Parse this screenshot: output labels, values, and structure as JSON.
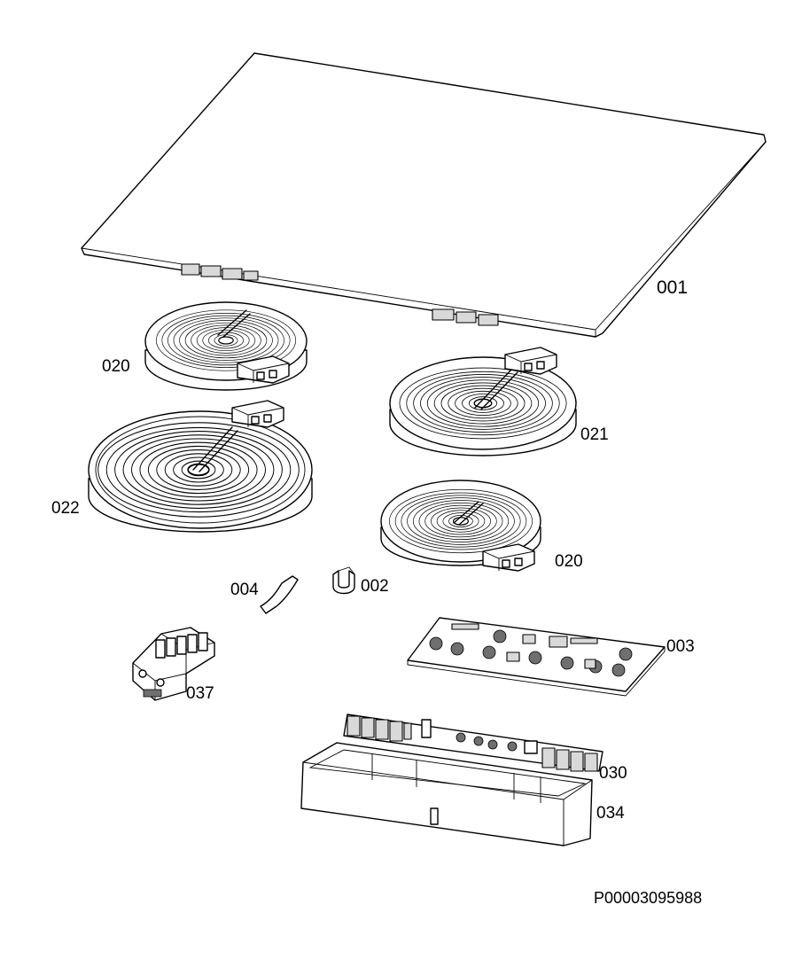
{
  "diagram": {
    "parts": [
      {
        "key": "glass_top",
        "label": "001"
      },
      {
        "key": "hotplate_small_rear",
        "label": "020"
      },
      {
        "key": "hotplate_right",
        "label": "021"
      },
      {
        "key": "hotplate_large",
        "label": "022"
      },
      {
        "key": "hotplate_small_front",
        "label": "020"
      },
      {
        "key": "strip",
        "label": "004"
      },
      {
        "key": "clip",
        "label": "002"
      },
      {
        "key": "control_board",
        "label": "003"
      },
      {
        "key": "terminal_block",
        "label": "037"
      },
      {
        "key": "power_board",
        "label": "030"
      },
      {
        "key": "housing",
        "label": "034"
      }
    ],
    "reference": "P00003095988"
  }
}
